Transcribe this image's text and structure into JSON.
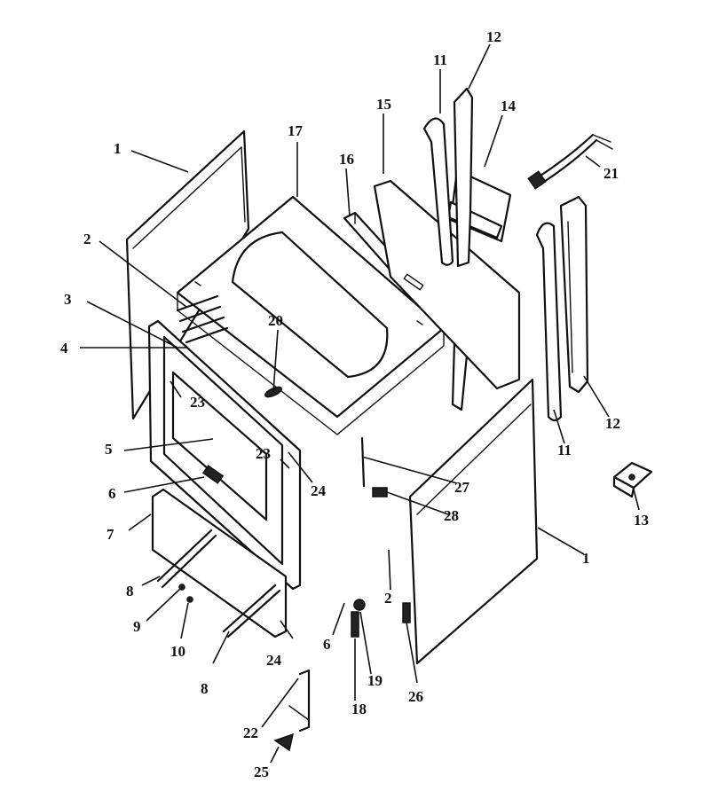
{
  "callouts": [
    {
      "id": "c1a",
      "label": "1"
    },
    {
      "id": "c1b",
      "label": "1"
    },
    {
      "id": "c2a",
      "label": "2"
    },
    {
      "id": "c2b",
      "label": "2"
    },
    {
      "id": "c3",
      "label": "3"
    },
    {
      "id": "c4",
      "label": "4"
    },
    {
      "id": "c5",
      "label": "5"
    },
    {
      "id": "c6a",
      "label": "6"
    },
    {
      "id": "c6b",
      "label": "6"
    },
    {
      "id": "c7",
      "label": "7"
    },
    {
      "id": "c8a",
      "label": "8"
    },
    {
      "id": "c8b",
      "label": "8"
    },
    {
      "id": "c9",
      "label": "9"
    },
    {
      "id": "c10",
      "label": "10"
    },
    {
      "id": "c11a",
      "label": "11"
    },
    {
      "id": "c11b",
      "label": "11"
    },
    {
      "id": "c12a",
      "label": "12"
    },
    {
      "id": "c12b",
      "label": "12"
    },
    {
      "id": "c13",
      "label": "13"
    },
    {
      "id": "c14",
      "label": "14"
    },
    {
      "id": "c15",
      "label": "15"
    },
    {
      "id": "c16",
      "label": "16"
    },
    {
      "id": "c17",
      "label": "17"
    },
    {
      "id": "c18",
      "label": "18"
    },
    {
      "id": "c19",
      "label": "19"
    },
    {
      "id": "c20",
      "label": "20"
    },
    {
      "id": "c21",
      "label": "21"
    },
    {
      "id": "c22",
      "label": "22"
    },
    {
      "id": "c23a",
      "label": "23"
    },
    {
      "id": "c23b",
      "label": "23"
    },
    {
      "id": "c24a",
      "label": "24"
    },
    {
      "id": "c24b",
      "label": "24"
    },
    {
      "id": "c25",
      "label": "25"
    },
    {
      "id": "c26",
      "label": "26"
    },
    {
      "id": "c27",
      "label": "27"
    },
    {
      "id": "c28",
      "label": "28"
    }
  ]
}
